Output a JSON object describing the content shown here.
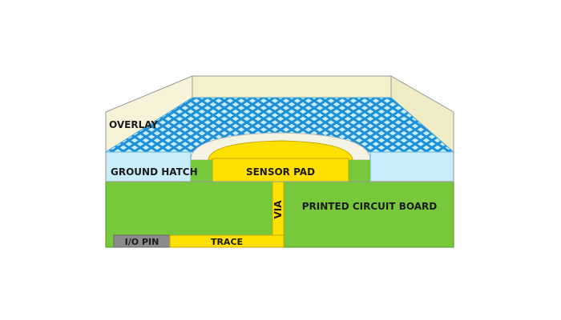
{
  "labels": {
    "overlay": "OVERLAY",
    "ground_hatch": "GROUND HATCH",
    "sensor_pad": "SENSOR PAD",
    "via": "VIA",
    "pcb": "PRINTED CIRCUIT BOARD",
    "io_pin": "I/O PIN",
    "trace": "TRACE"
  },
  "colors": {
    "overlay": "#f3f0cc",
    "hatch_light": "#c8ecf8",
    "hatch_line": "#1e90d8",
    "sensor_pad": "#ffe000",
    "pcb": "#78c83c",
    "io_pin": "#8c8c8c",
    "trace": "#ffe000"
  }
}
